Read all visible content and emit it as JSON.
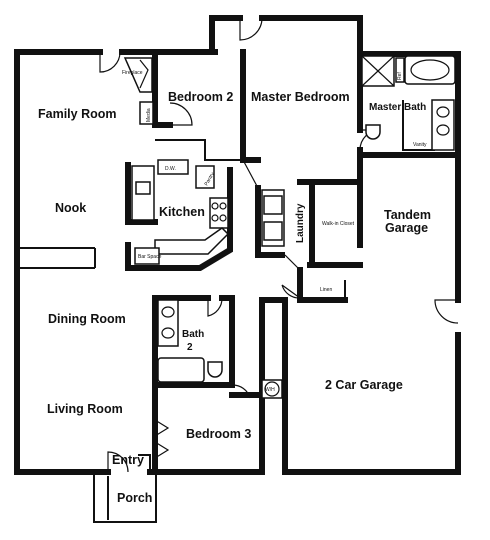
{
  "rooms": {
    "family_room": "Family Room",
    "bedroom_2": "Bedroom 2",
    "master_bedroom": "Master Bedroom",
    "master_bath": "Master Bath",
    "nook": "Nook",
    "kitchen": "Kitchen",
    "laundry": "Laundry",
    "walkin_closet": "Walk-in Closet",
    "tandem_garage_1": "Tandem",
    "tandem_garage_2": "Garage",
    "linen": "Linen",
    "dining_room": "Dining Room",
    "bath_2_1": "Bath",
    "bath_2_2": "2",
    "two_car_garage": "2 Car Garage",
    "living_room": "Living Room",
    "bedroom_3": "Bedroom 3",
    "entry": "Entry",
    "porch": "Porch"
  },
  "fixtures": {
    "fireplace": "Fireplace",
    "media": "Media",
    "dw": "D.W.",
    "pantry": "Pantry",
    "bar_space": "Bar Space",
    "vanity": "Vanity",
    "wh": "W/H",
    "ref": "Ref"
  }
}
